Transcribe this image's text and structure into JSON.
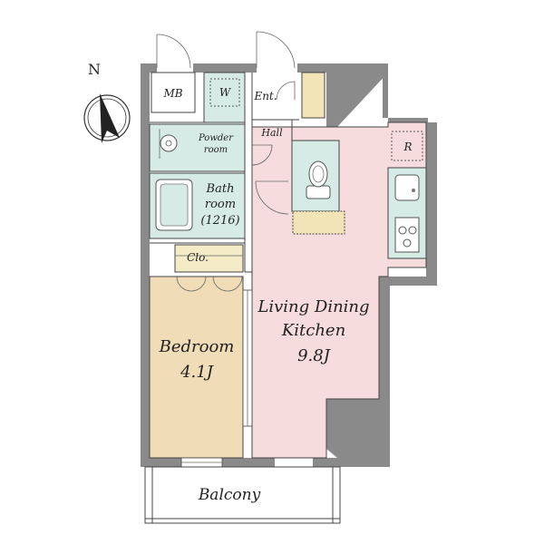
{
  "compass": {
    "north_label": "N"
  },
  "rooms": {
    "mb": "MB",
    "w": "W",
    "ent": "Ent.",
    "hall": "Hall",
    "powder_line1": "Powder",
    "powder_line2": "room",
    "bath_line1": "Bath",
    "bath_line2": "room",
    "bath_line3": "(1216)",
    "clo": "Clo.",
    "r": "R",
    "ldk_line1": "Living Dining",
    "ldk_line2": "Kitchen",
    "ldk_area": "9.8J",
    "bedroom_line1": "Bedroom",
    "bedroom_area": "4.1J",
    "balcony": "Balcony"
  },
  "colors": {
    "wall": "#8a8a8a",
    "ldk": "#f6dcdc",
    "bedroom": "#f1dcb8",
    "wet_area": "#d6ebe6",
    "closet": "#f4ecc6",
    "storage": "#f3e4b8"
  }
}
